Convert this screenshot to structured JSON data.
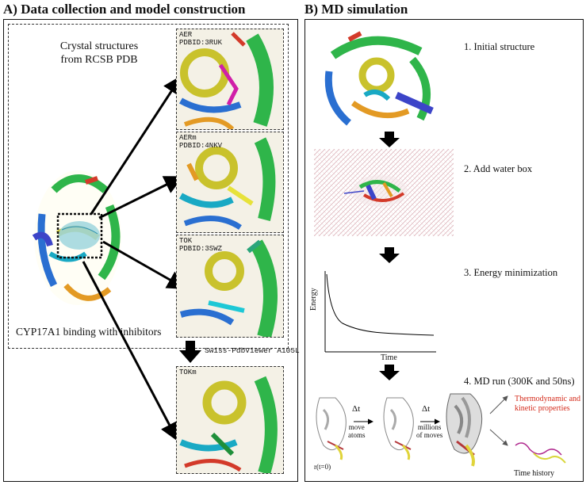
{
  "panel_a": {
    "title": "A) Data collection and model construction",
    "crystal_label_line1": "Crystal structures",
    "crystal_label_line2": "from RCSB PDB",
    "binding_label": "CYP17A1 binding with inhibitors",
    "tool_label": "Swiss-PdbViewer A105L",
    "thumbnails": [
      {
        "name": "AER",
        "pdb": "PDBID:3RUK"
      },
      {
        "name": "AERm",
        "pdb": "PDBID:4NKV"
      },
      {
        "name": "TOK",
        "pdb": "PDBID:3SWZ"
      },
      {
        "name": "TOKm",
        "pdb": ""
      }
    ]
  },
  "panel_b": {
    "title": "B) MD simulation",
    "steps": [
      "1. Initial structure",
      "2. Add water box",
      "3. Energy minimization",
      "4. MD run (300K and 50ns)"
    ],
    "energy_plot": {
      "ylabel": "Energy",
      "xlabel": "Time"
    },
    "md_run": {
      "dt_label": "Δt",
      "move_atoms_line1": "move",
      "move_atoms_line2": "atoms",
      "millions_line1": "millions",
      "millions_line2": "of moves",
      "r0_label": "r(t=0)",
      "properties_line1": "Thermodynamic and",
      "properties_line2": "kinetic properties",
      "time_history": "Time history"
    }
  },
  "colors": {
    "properties_text": "#d42a1a",
    "water": "#e4c4c8",
    "helix_green": "#2fb54a",
    "helix_yellow": "#c9c22c",
    "helix_blue": "#2a6fd1"
  }
}
